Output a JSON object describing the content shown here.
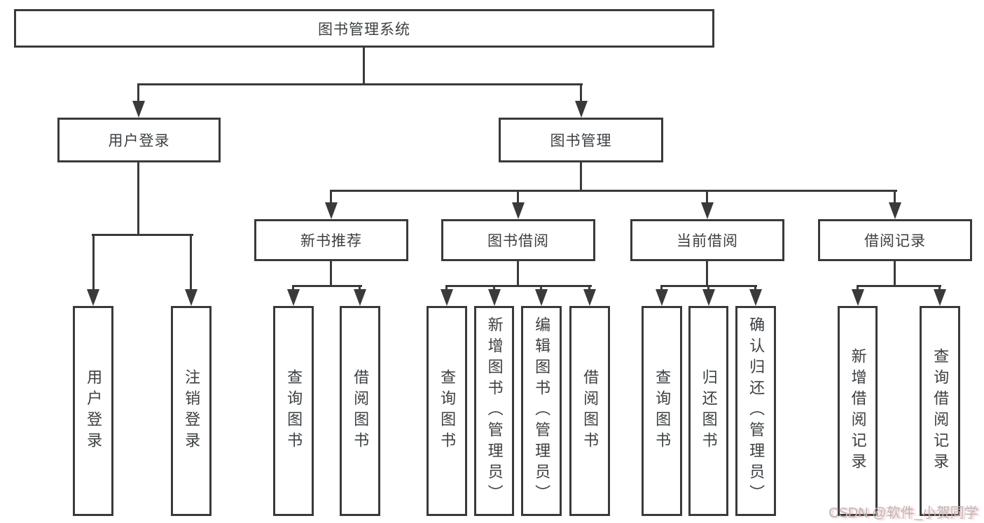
{
  "diagram": {
    "root": {
      "label": "图书管理系统"
    },
    "level1": [
      {
        "label": "用户登录",
        "parent": "图书管理系统"
      },
      {
        "label": "图书管理",
        "parent": "图书管理系统"
      }
    ],
    "level2": [
      {
        "label": "新书推荐",
        "parent": "图书管理"
      },
      {
        "label": "图书借阅",
        "parent": "图书管理"
      },
      {
        "label": "当前借阅",
        "parent": "图书管理"
      },
      {
        "label": "借阅记录",
        "parent": "图书管理"
      }
    ],
    "leaves": [
      {
        "label": "用户登录",
        "parent": "用户登录"
      },
      {
        "label": "注销登录",
        "parent": "用户登录"
      },
      {
        "label": "查询图书",
        "parent": "新书推荐"
      },
      {
        "label": "借阅图书",
        "parent": "新书推荐"
      },
      {
        "label": "查询图书",
        "parent": "图书借阅"
      },
      {
        "label": "新增图书（管理员）",
        "parent": "图书借阅"
      },
      {
        "label": "编辑图书（管理员）",
        "parent": "图书借阅"
      },
      {
        "label": "借阅图书",
        "parent": "图书借阅"
      },
      {
        "label": "查询图书",
        "parent": "当前借阅"
      },
      {
        "label": "归还图书",
        "parent": "当前借阅"
      },
      {
        "label": "确认归还（管理员）",
        "parent": "当前借阅"
      },
      {
        "label": "新增借阅记录",
        "parent": "借阅记录"
      },
      {
        "label": "查询借阅记录",
        "parent": "借阅记录"
      }
    ]
  },
  "watermark": {
    "text": "CSDN @软件_小贺同学"
  },
  "colors": {
    "line": "#3a3a3a",
    "text": "#3c4043",
    "background": "#ffffff",
    "watermark": "#b9b9b9",
    "watermark_accent": "#eb646e"
  }
}
